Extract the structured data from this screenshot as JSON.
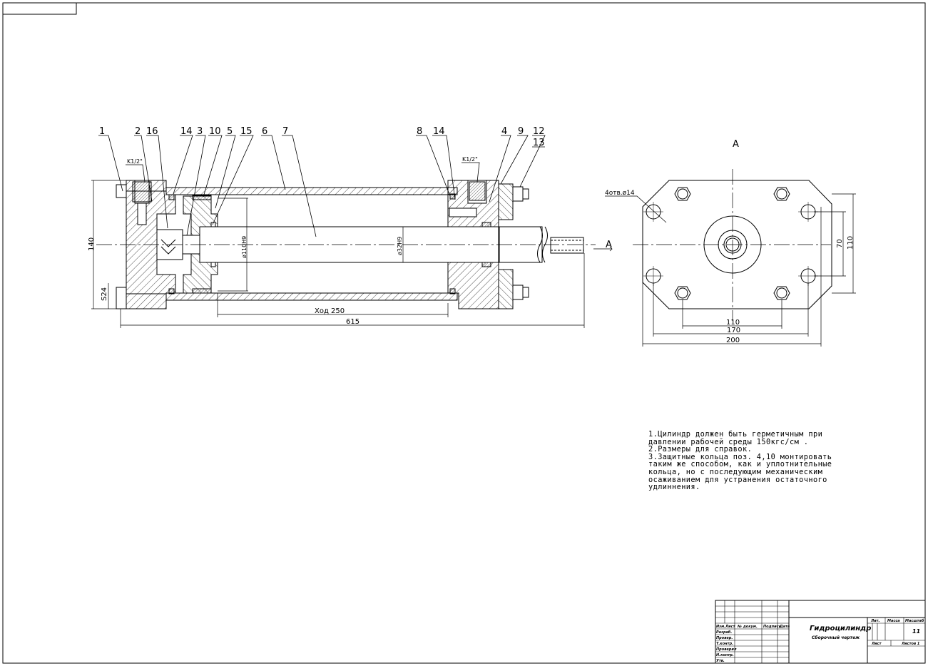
{
  "callouts": [
    "1",
    "2",
    "16",
    "14",
    "3",
    "10",
    "5",
    "15",
    "6",
    "7",
    "8",
    "14",
    "4",
    "9",
    "12",
    "13"
  ],
  "thread_left": "K1/2\"",
  "thread_right": "K1/2\"",
  "dimensions": {
    "height_140": "140",
    "s24": "S24",
    "bore": "ø110H9",
    "rod": "ø32H9",
    "stroke": "Ход 250",
    "overall": "615",
    "holes": "4отв.ø14",
    "v70": "70",
    "v110": "110",
    "h110": "110",
    "h170": "170",
    "h200": "200"
  },
  "section_label": "A",
  "view_title": "A",
  "notes": [
    "1.Цилиндр должен быть герметичным при",
    "давлении рабочей среды 150кгс/см .",
    "2.Размеры для справок.",
    "3.Защитные кольца поз. 4,10 монтировать",
    "таким же способом, как и уплотнительные",
    "кольца, но с последующим механическим",
    "осаживанием для устранения остаточного",
    "удлиннения."
  ],
  "title_block": {
    "name": "Гидроцилиндр",
    "subtitle": "Сборочный чертеж",
    "col_headers": [
      "Изм.",
      "Лист",
      "№ докум.",
      "Подпись",
      "Дата"
    ],
    "roles": [
      "Разраб.",
      "Провер.",
      "Т.контр.",
      "Проверил",
      "Н.контр.",
      "Утв."
    ],
    "lit": "Лит.",
    "mass": "Масса",
    "scale": "Масштаб",
    "scale_value": "11",
    "sheet": "Лист",
    "sheets": "Листов 1"
  }
}
